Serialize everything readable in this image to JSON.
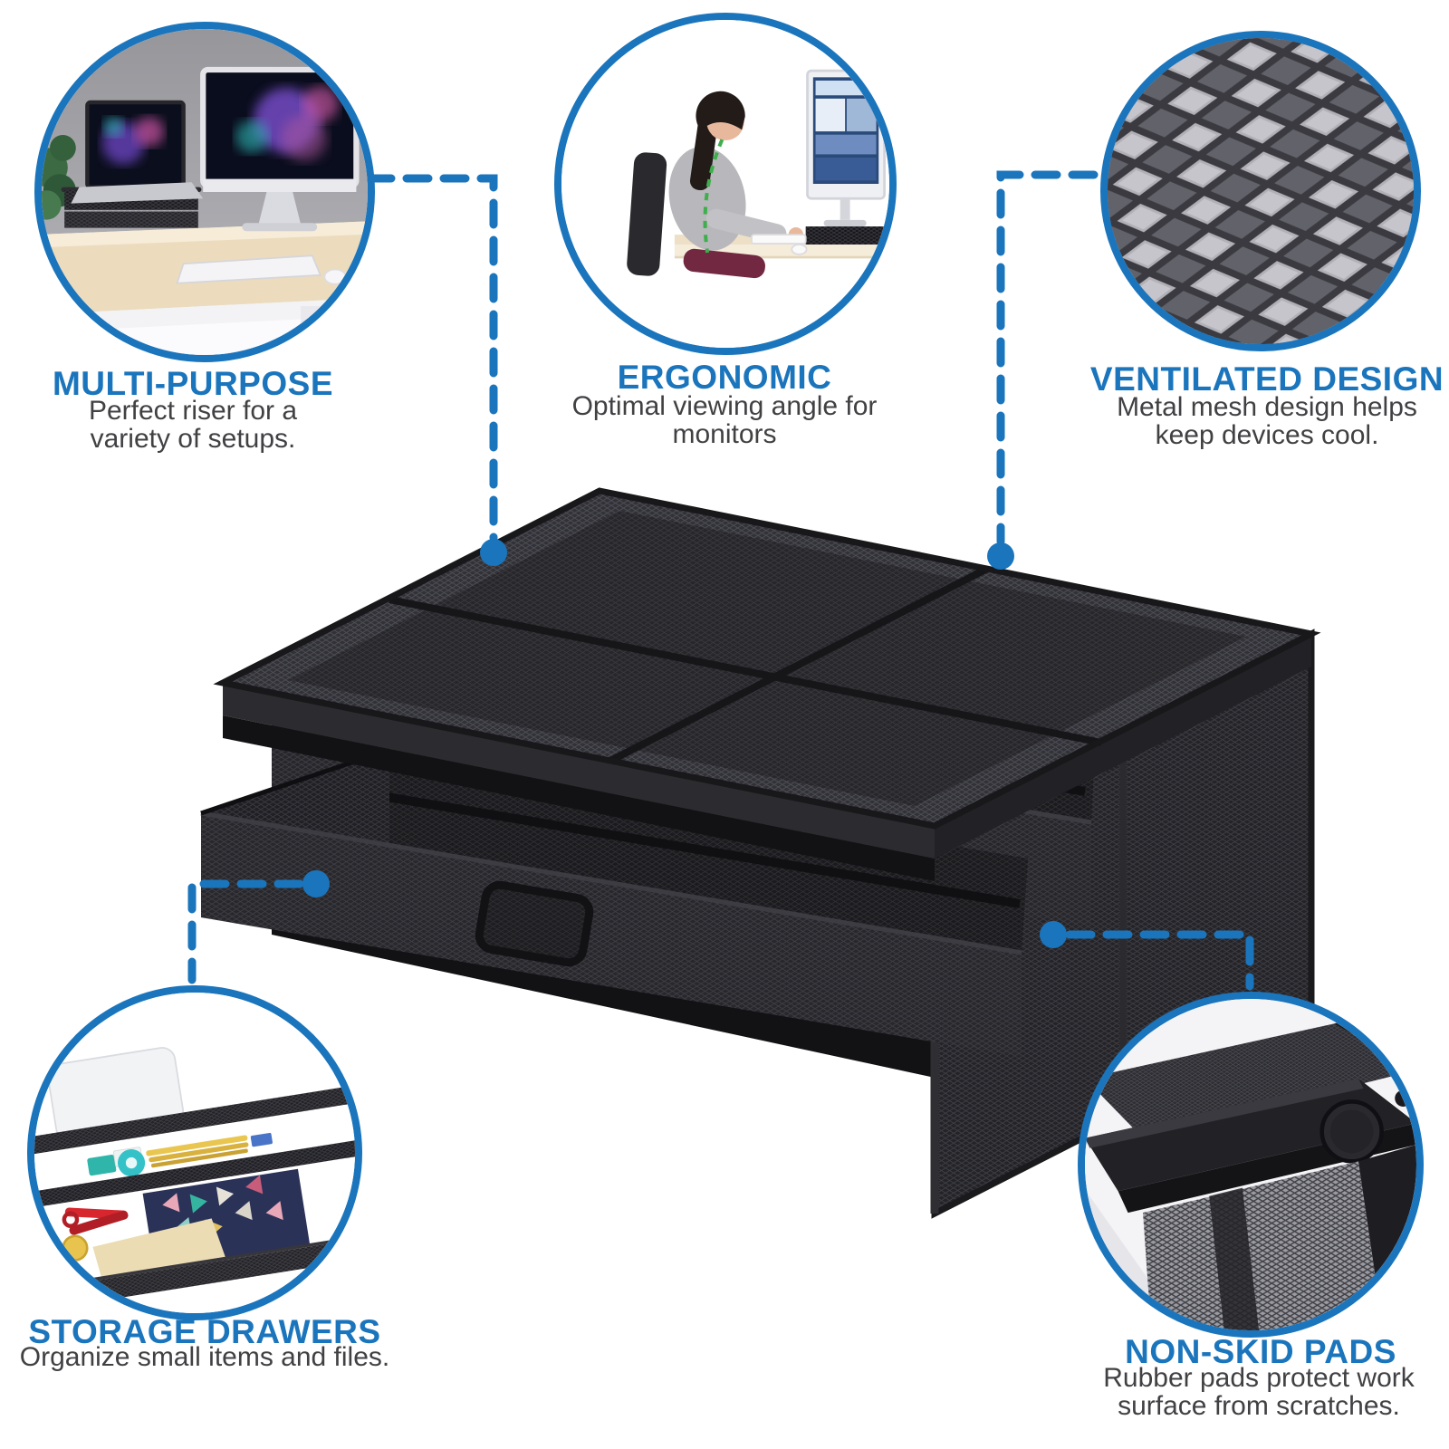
{
  "colors": {
    "accent_blue": "#1b75bc",
    "body_text": "#414144",
    "product_black": "#26262a",
    "mesh_gray": "#b0b0b6"
  },
  "callouts": [
    {
      "id": "multi-purpose",
      "title": "MULTI-PURPOSE",
      "description": "Perfect riser for a variety of setups.",
      "image": "desk-setup-with-laptop-riser-and-monitor"
    },
    {
      "id": "ergonomic",
      "title": "ERGONOMIC",
      "description": "Optimal viewing angle for monitors",
      "image": "woman-seated-at-desk-with-monitor-on-riser"
    },
    {
      "id": "ventilated-design",
      "title": "VENTILATED DESIGN",
      "description": "Metal mesh design helps keep devices cool.",
      "image": "metal-mesh-closeup"
    },
    {
      "id": "storage-drawers",
      "title": "STORAGE DRAWERS",
      "description": "Organize small items and files.",
      "image": "open-drawers-with-office-supplies"
    },
    {
      "id": "non-skid-pads",
      "title": "NON-SKID PADS",
      "description": "Rubber pads protect work surface from scratches.",
      "image": "rubber-pad-corner-closeup"
    }
  ],
  "product": {
    "depicted": "black metal mesh monitor riser with two pull-out drawers",
    "drawer_count": 2
  }
}
